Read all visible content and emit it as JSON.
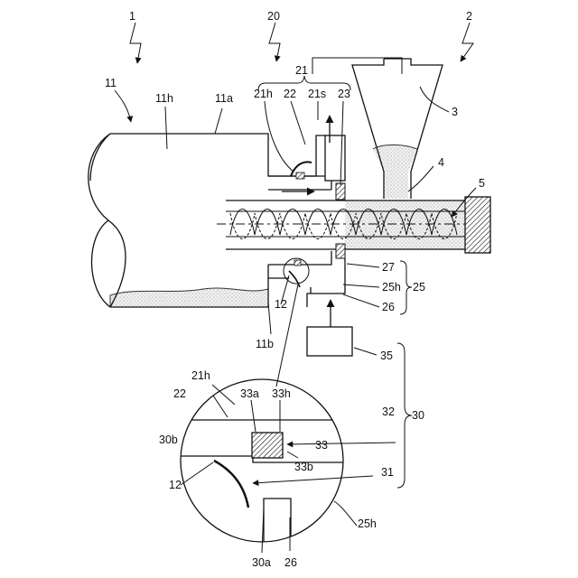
{
  "figure": {
    "labels": {
      "l1": "1",
      "l2": "2",
      "l20": "20",
      "l21": "21",
      "l11": "11",
      "l11h": "11h",
      "l11a": "11a",
      "l21h": "21h",
      "l22": "22",
      "l21s": "21s",
      "l23": "23",
      "l3": "3",
      "l4": "4",
      "l5": "5",
      "l27": "27",
      "l25h": "25h",
      "l25": "25",
      "l26": "26",
      "l12": "12",
      "l11b": "11b",
      "l35": "35",
      "d21h": "21h",
      "d22": "22",
      "d33a": "33a",
      "d33h": "33h",
      "d32": "32",
      "d30": "30",
      "d30b": "30b",
      "d33": "33",
      "d33b": "33b",
      "d31": "31",
      "d12": "12",
      "d25h": "25h",
      "d30a": "30a",
      "d26": "26"
    }
  }
}
